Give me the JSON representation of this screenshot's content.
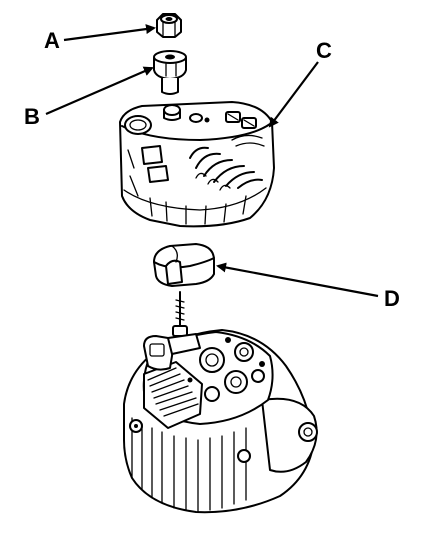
{
  "callouts": {
    "a": "A",
    "b": "B",
    "c": "C",
    "d": "D"
  },
  "parts": {
    "a": "nut-icon",
    "b": "insulator-bushing-icon",
    "c": "rear-cover-icon",
    "d": "terminal-insulator-icon",
    "assembly": "alternator-icon"
  },
  "colors": {
    "line": "#000000",
    "background": "#ffffff"
  }
}
